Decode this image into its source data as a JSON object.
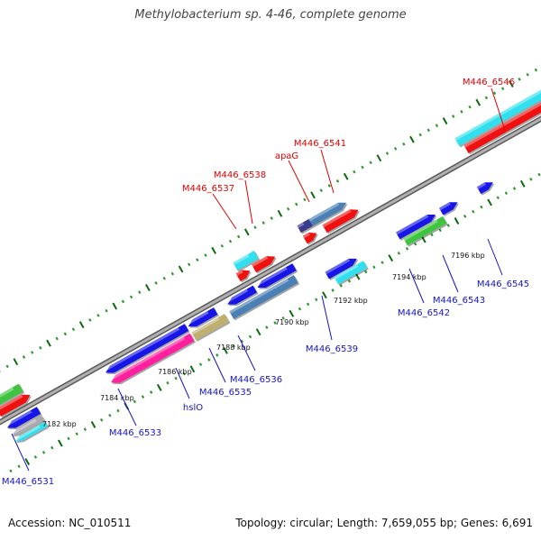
{
  "title": "Methylobacterium sp. 4-46, complete genome",
  "footer": {
    "accession": "Accession: NC_010511",
    "summary": "Topology: circular; Length: 7,659,055 bp; Genes: 6,691"
  },
  "colors": {
    "backbone": "#888888",
    "tick_minor": "#2e9a2e",
    "tick_major": "#0c6a0c",
    "label_top": "#e00000",
    "label_bottom": "#1414c8",
    "gene_blue": "#1616e8",
    "gene_red": "#f01010",
    "gene_green": "#3ec43e",
    "gene_cyan": "#30e0ee",
    "gene_steel": "#4a80b4",
    "gene_magenta": "#ff20a0",
    "gene_khaki": "#c0b070",
    "gene_navy": "#3a3a8e",
    "gene_grey": "#aaaaaa"
  },
  "scale_labels": [
    "7182 kbp",
    "7184 kbp",
    "7186 kbp",
    "7188 kbp",
    "7190 kbp",
    "7192 kbp",
    "7194 kbp",
    "7196 kbp"
  ],
  "top_labels": [
    "M446_6546",
    "M446_6541",
    "apaG",
    "M446_6538",
    "M446_6537"
  ],
  "bottom_labels": [
    "M446_6545",
    "M446_6543",
    "M446_6542",
    "M446_6539",
    "M446_6536",
    "M446_6535",
    "hslO",
    "M446_6533",
    "M446_6531"
  ]
}
